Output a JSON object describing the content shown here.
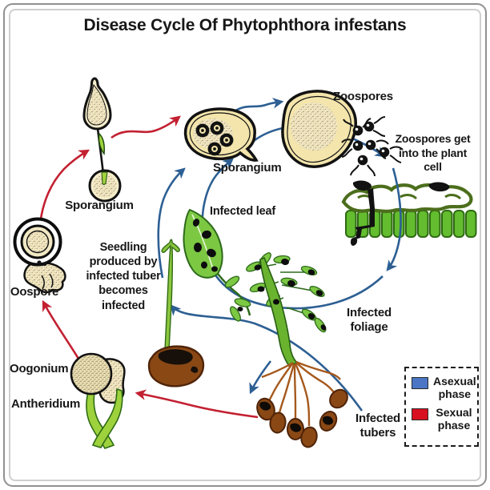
{
  "title": "Disease Cycle Of Phytophthora infestans",
  "labels": {
    "sporangium_left": "Sporangium",
    "sporangium_center": "Sporangium",
    "zoospores": "Zoospores",
    "zoospores_entry": "Zoospores get into the plant cell",
    "infected_leaf": "Infected leaf",
    "infected_foliage": "Infected foliage",
    "infected_tubers": "Infected tubers",
    "seedling_note": "Seedling produced by infected tuber becomes infected",
    "oospore": "Oospore",
    "oogonium": "Oogonium",
    "antheridium": "Antheridium"
  },
  "legend": {
    "items": [
      {
        "label": "Asexual phase",
        "color": "#4b76c5"
      },
      {
        "label": "Sexual phase",
        "color": "#d8101f"
      }
    ]
  },
  "phases": {
    "asexual_arrow_color": "#2d5f93",
    "sexual_arrow_color": "#c32031"
  }
}
